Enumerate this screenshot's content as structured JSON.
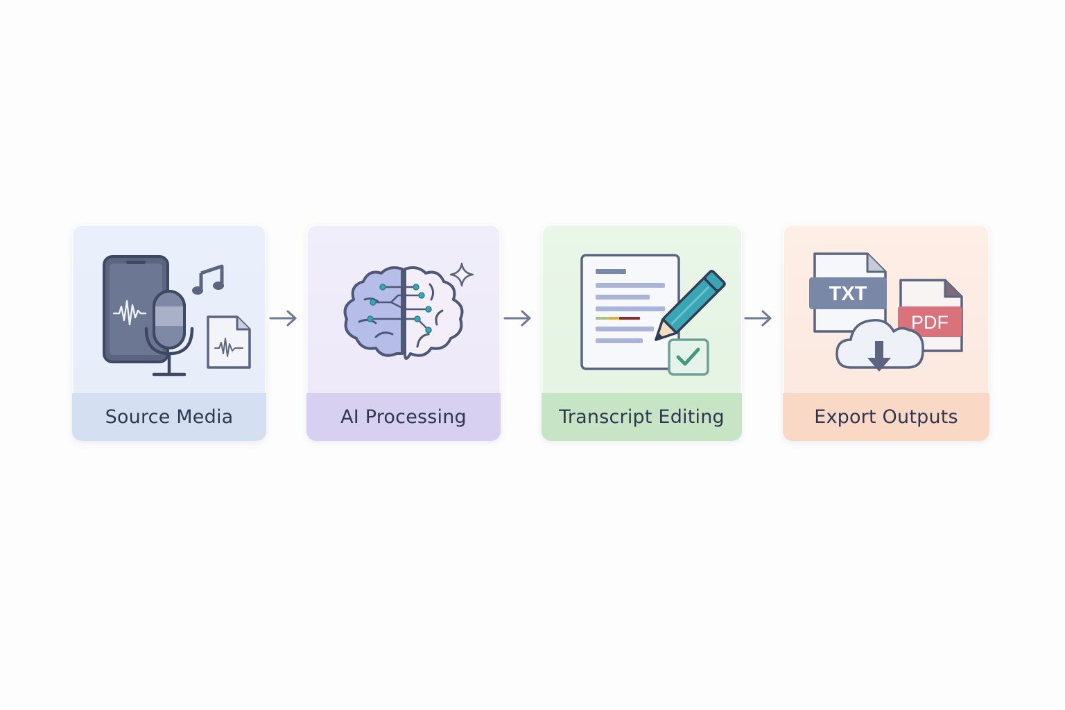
{
  "steps": [
    {
      "label": "Source Media",
      "icon": "media-sources-icon",
      "color": "#d4e0f2"
    },
    {
      "label": "AI Processing",
      "icon": "ai-brain-icon",
      "color": "#d7d0f0"
    },
    {
      "label": "Transcript Editing",
      "icon": "transcript-edit-icon",
      "color": "#c7e4c5"
    },
    {
      "label": "Export Outputs",
      "icon": "export-files-icon",
      "color": "#fad8c6"
    }
  ],
  "export_formats": {
    "txt": "TXT",
    "pdf": "PDF"
  },
  "colors": {
    "ink": "#5b6580",
    "teal": "#3aa6b4",
    "pdf_red": "#d9727a",
    "txt_slate": "#7a88a8",
    "check_green": "#3f9a7c"
  }
}
